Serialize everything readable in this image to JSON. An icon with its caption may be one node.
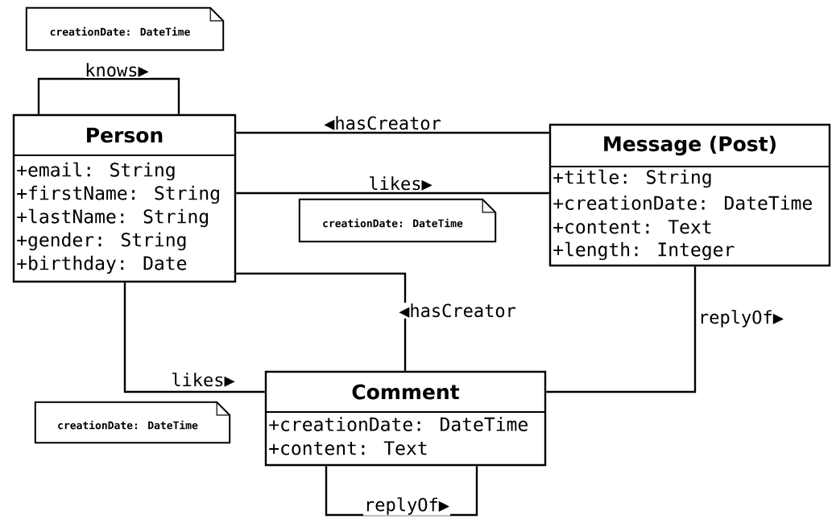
{
  "diagram": {
    "nodes": [
      {
        "text": [
          "Person",
          "+email: String",
          "+firstName: String",
          "+lastName: String",
          "+gender: String",
          "+birthday: Date"
        ]
      },
      {
        "text": [
          "Message (Post)",
          "+title: String",
          "+creationDate: DateTime",
          "+content: Text",
          "+length: Integer"
        ]
      },
      {
        "text": [
          "Comment",
          "+creationDate: DateTime",
          "+content: Text"
        ]
      },
      {
        "text": [
          "creationDate: DateTime"
        ]
      },
      {
        "text": [
          "creationDate: DateTime"
        ]
      },
      {
        "text": [
          "creationDate: DateTime"
        ]
      }
    ],
    "edges": [
      {
        "from": 0,
        "to": 0,
        "arrow": "none",
        "label": "knows▶"
      },
      {
        "from": 0,
        "to": 1,
        "arrow": "none",
        "label": "◀hasCreator"
      },
      {
        "from": 0,
        "to": 1,
        "arrow": "none",
        "label": "likes▶"
      },
      {
        "from": 0,
        "to": 2,
        "arrow": "none",
        "label": "◀hasCreator"
      },
      {
        "from": 0,
        "to": 2,
        "arrow": "none",
        "label": "likes▶"
      },
      {
        "from": 1,
        "to": 2,
        "arrow": "none",
        "label": "replyOf▶"
      },
      {
        "from": 2,
        "to": 2,
        "arrow": "none",
        "label": "replyOf▶"
      }
    ]
  }
}
